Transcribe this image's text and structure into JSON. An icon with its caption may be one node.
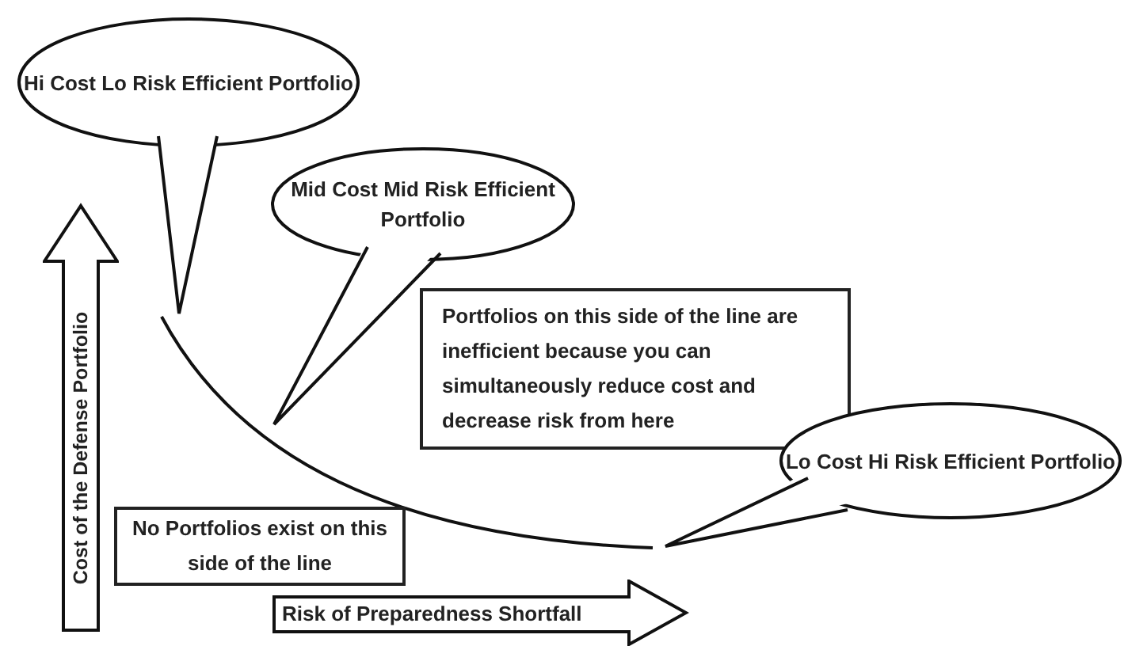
{
  "diagram": {
    "nodes": [
      {
        "text": [
          "Hi Cost Lo Risk Efficient Portfolio"
        ]
      },
      {
        "text": [
          "Mid Cost Mid Risk Efficient Portfolio"
        ]
      },
      {
        "text": [
          "Portfolios on this side of the line are inefficient because you can simultaneously reduce cost and decrease risk  from here"
        ]
      },
      {
        "text": [
          "Lo Cost Hi Risk Efficient Portfolio"
        ]
      },
      {
        "text": [
          "No Portfolios exist on this side of the line"
        ]
      },
      {
        "text": [
          "Cost of the Defense Portfolio"
        ]
      },
      {
        "text": [
          "Risk of Preparedness Shortfall"
        ]
      }
    ]
  }
}
